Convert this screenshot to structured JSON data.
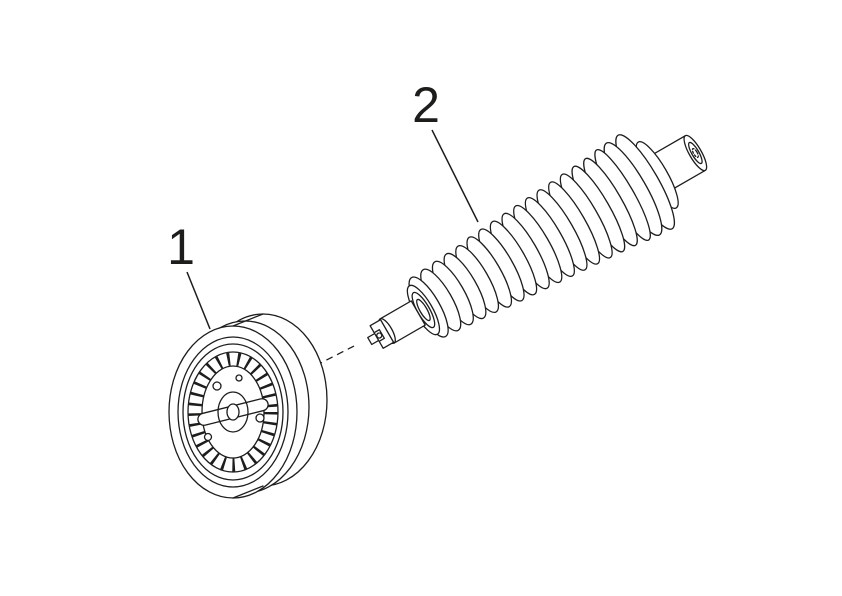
{
  "figure": {
    "type": "exploded-parts-diagram",
    "background": "#ffffff",
    "line_color": "#1d1d1b",
    "callouts": [
      {
        "label": "1"
      },
      {
        "label": "2"
      }
    ]
  }
}
